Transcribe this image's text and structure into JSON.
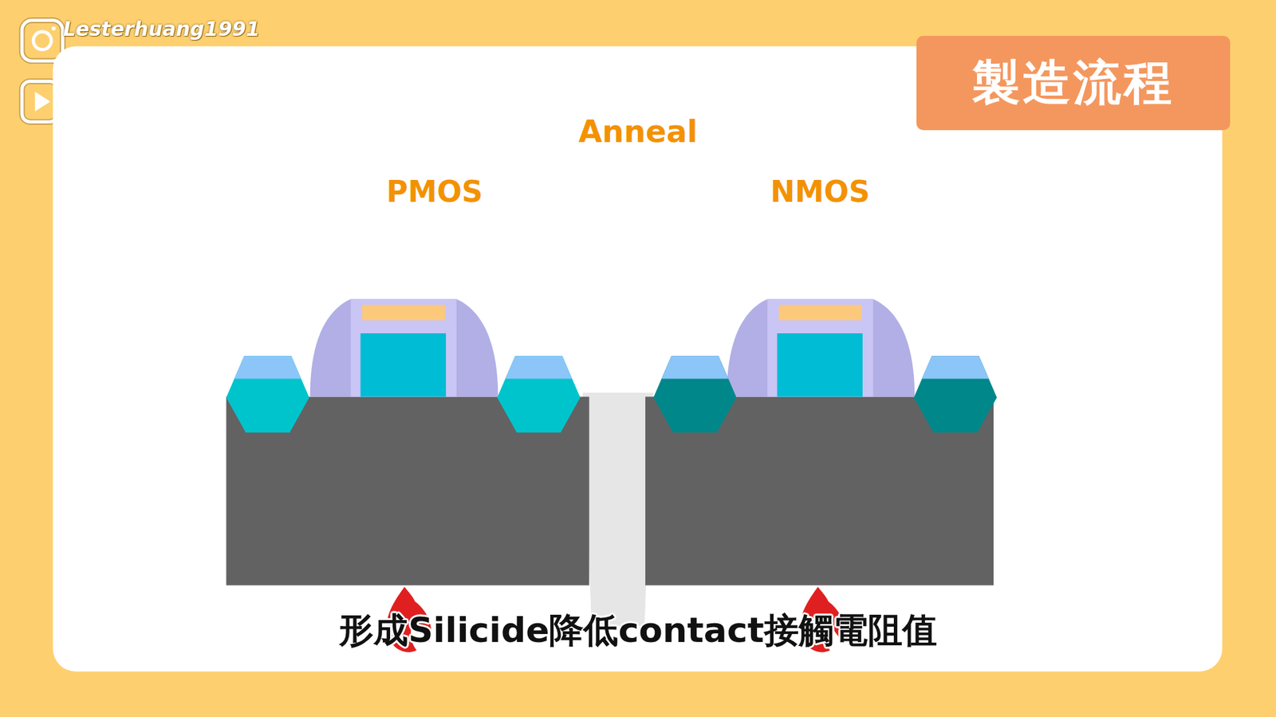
{
  "diagram": {
    "title": "Anneal",
    "caption": "形成Silicide降低contact接觸電阻值",
    "nodes": [
      {
        "text": [
          "製造流程"
        ]
      }
    ],
    "labels": [
      "Lesterhuang1991",
      "PMOS",
      "NMOS"
    ]
  }
}
